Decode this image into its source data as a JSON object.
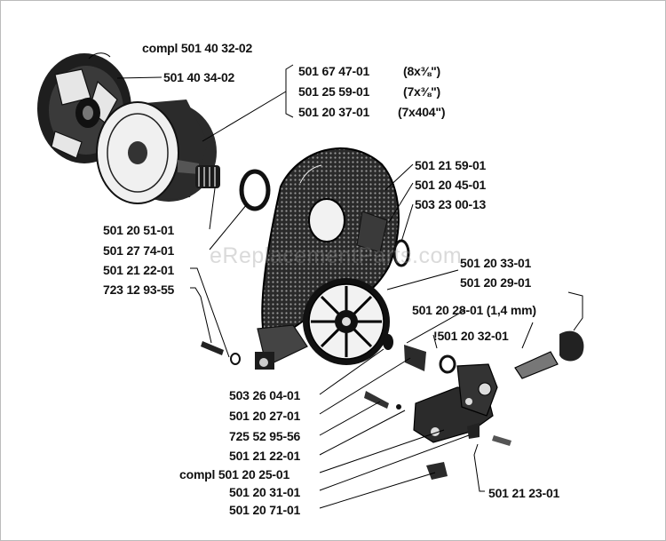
{
  "watermark": "eReplacementParts.com",
  "labels": {
    "compl_501_40_32_02": "compl 501 40 32-02",
    "p501_40_34_02": "501 40 34-02",
    "p501_67_47_01": "501 67 47-01",
    "p501_67_47_01_spec": "(8x⅜\")",
    "p501_25_59_01": "501 25 59-01",
    "p501_25_59_01_spec": "(7x⅜\")",
    "p501_20_37_01": "501 20 37-01",
    "p501_20_37_01_spec": "(7x404\")",
    "p501_21_59_01": "501 21 59-01",
    "p501_20_45_01": "501 20 45-01",
    "p503_23_00_13": "503 23 00-13",
    "p501_20_51_01": "501 20 51-01",
    "p501_27_74_01": "501 27 74-01",
    "p501_21_22_01_a": "501 21 22-01",
    "p723_12_93_55": "723 12 93-55",
    "p501_20_33_01": "501 20 33-01",
    "p501_20_29_01": "501 20 29-01",
    "p501_20_28_01": "501 20 28-01 (1,4 mm)",
    "p501_20_32_01": "!501 20 32-01",
    "p503_26_04_01": "503 26 04-01",
    "p501_20_27_01": "501 20 27-01",
    "p725_52_95_56": "725 52 95-56",
    "p501_21_22_01_b": "501 21 22-01",
    "compl_501_20_25_01": "compl 501 20 25-01",
    "p501_20_31_01": "501 20 31-01",
    "p501_20_71_01": "501 20 71-01",
    "p501_21_23_01": "501 21 23-01"
  }
}
